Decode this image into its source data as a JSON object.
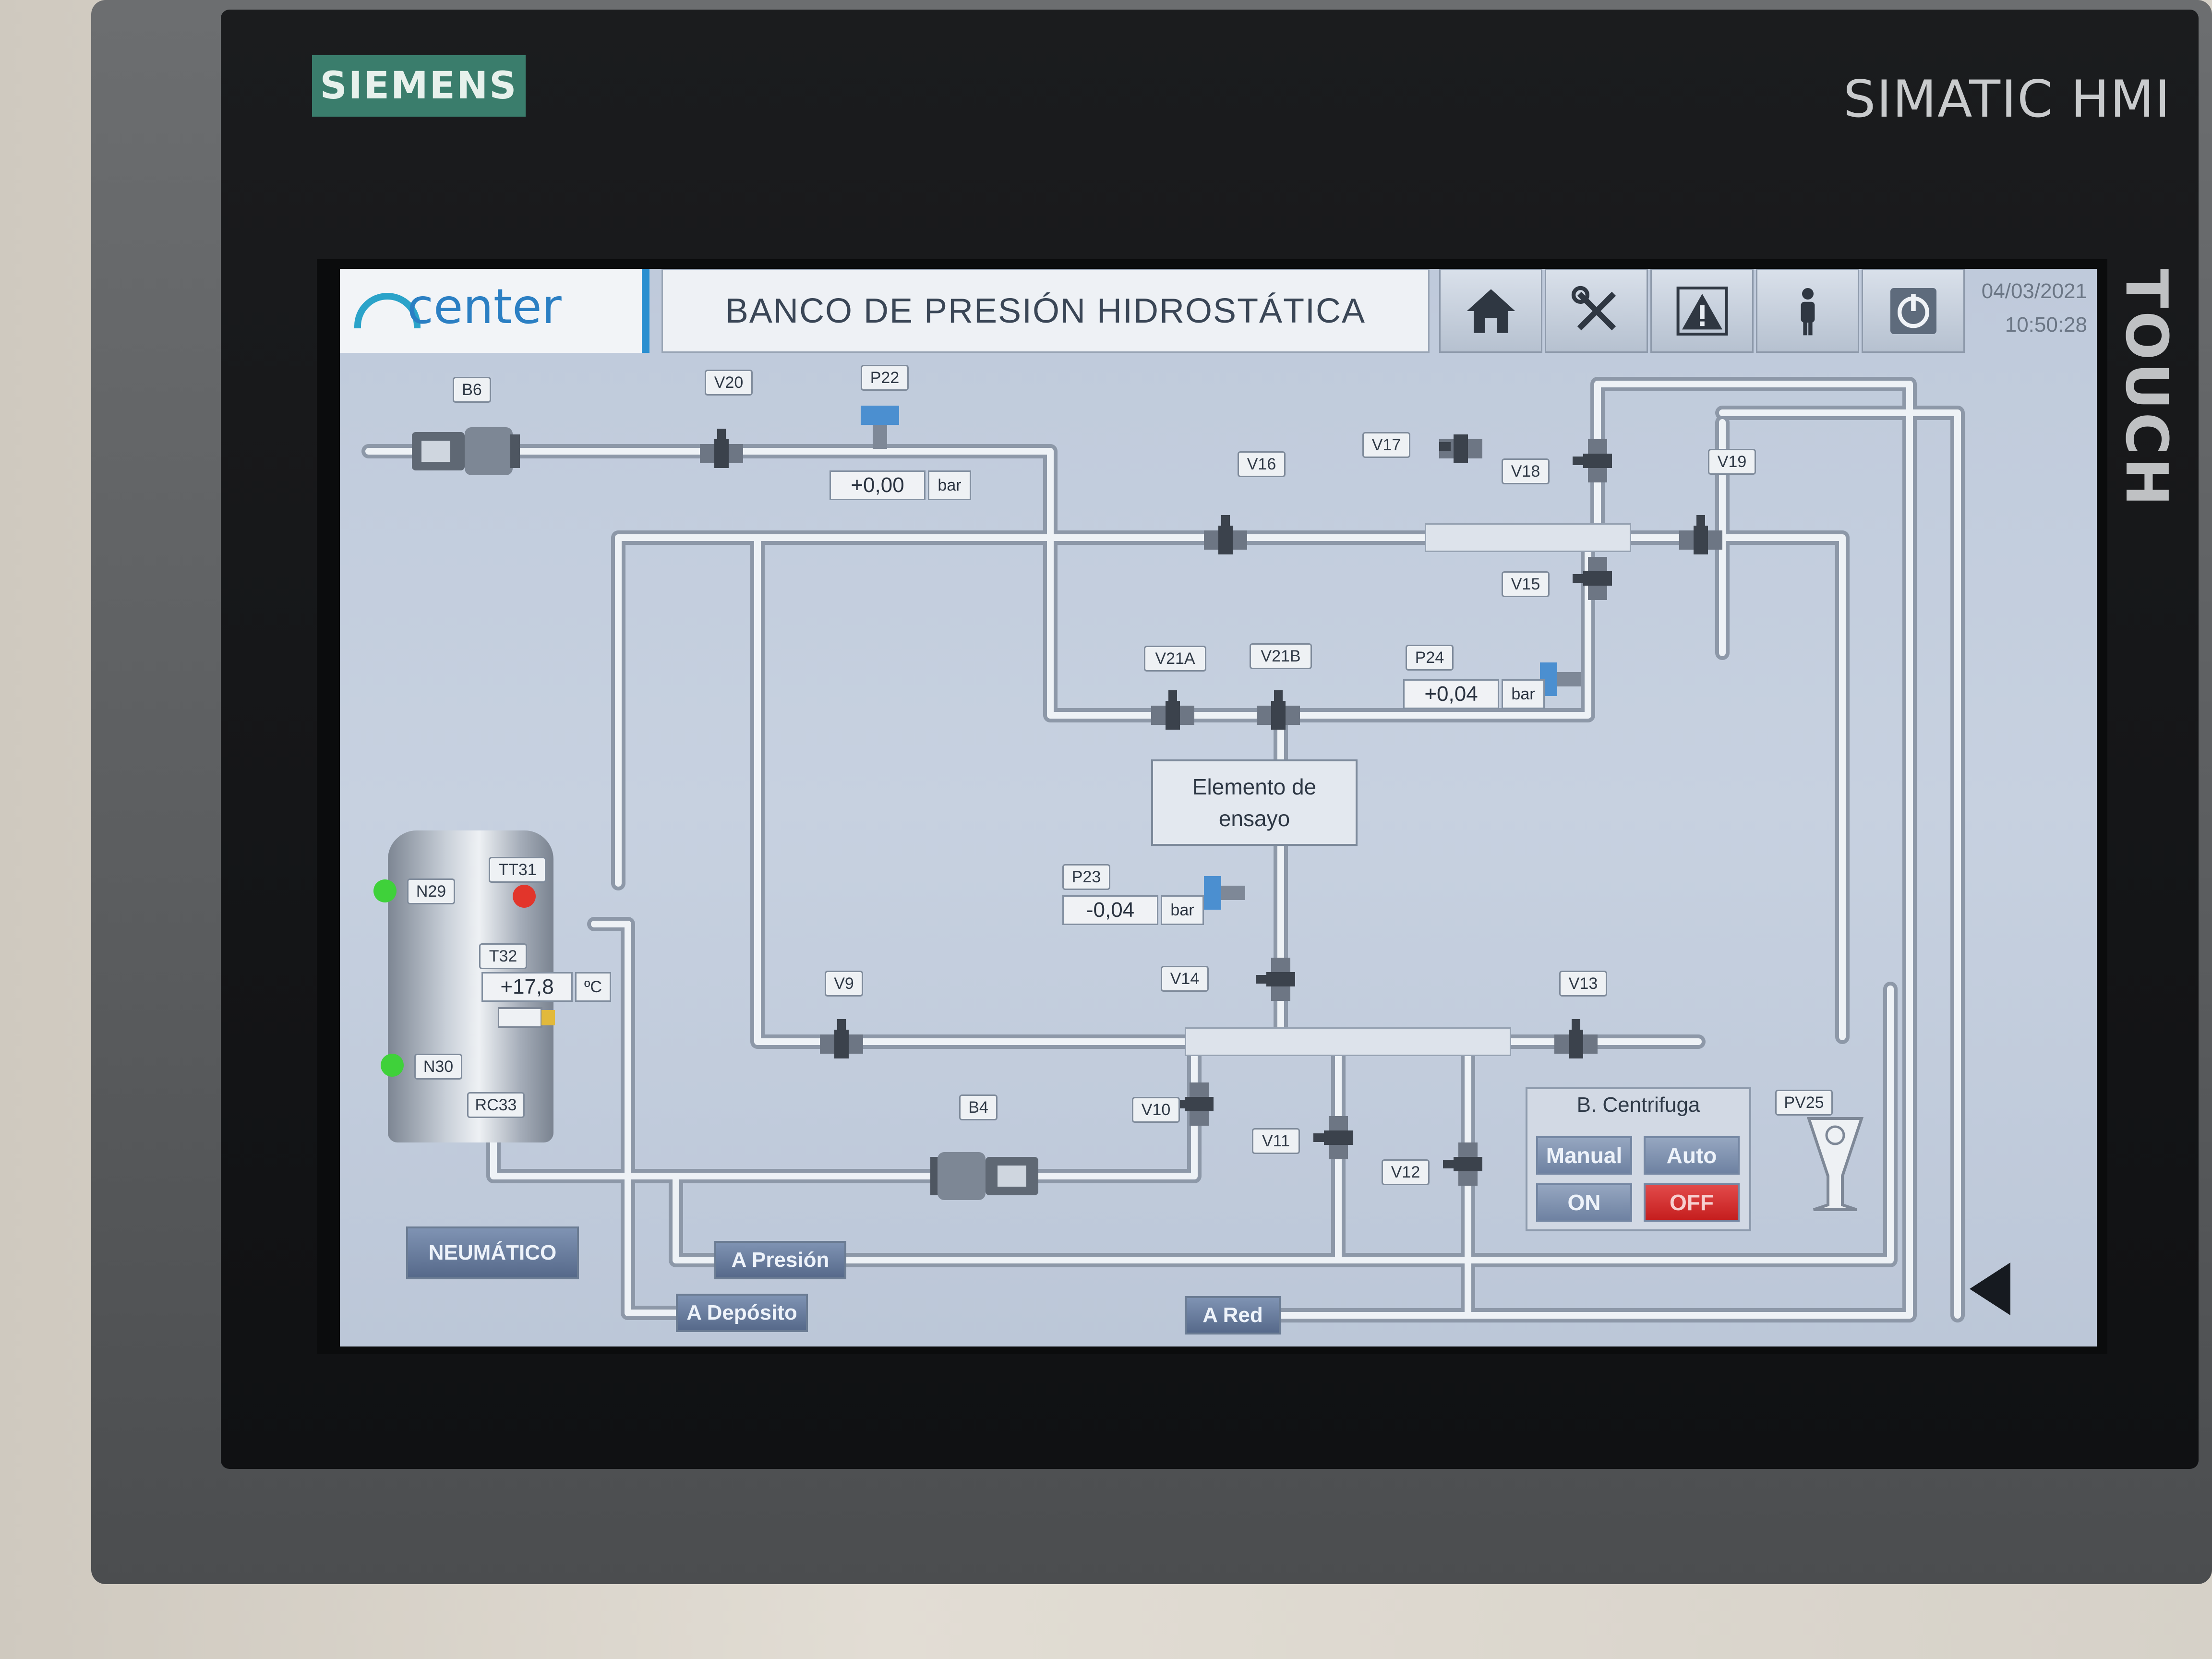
{
  "device": {
    "brand": "SIEMENS",
    "model": "SIMATIC HMI",
    "touch_label": "TOUCH"
  },
  "header": {
    "logo_text": "center",
    "title": "BANCO DE PRESIÓN HIDROSTÁTICA",
    "date": "04/03/2021",
    "time": "10:50:28",
    "nav_icons": [
      "home-icon",
      "tools-icon",
      "warning-icon",
      "user-icon",
      "power-icon"
    ]
  },
  "labels": {
    "B6": "B6",
    "V20": "V20",
    "P22": "P22",
    "V16": "V16",
    "V17": "V17",
    "V18": "V18",
    "V19": "V19",
    "V15": "V15",
    "V21A": "V21A",
    "V21B": "V21B",
    "P24": "P24",
    "P23": "P23",
    "TT31": "TT31",
    "N29": "N29",
    "T32": "T32",
    "N30": "N30",
    "RC33": "RC33",
    "V14": "V14",
    "V9": "V9",
    "V13": "V13",
    "B4": "B4",
    "V10": "V10",
    "V11": "V11",
    "V12": "V12",
    "PV25": "PV25"
  },
  "readings": {
    "P22_value": "+0,00",
    "P22_unit": "bar",
    "P24_value": "+0,04",
    "P24_unit": "bar",
    "P23_value": "-0,04",
    "P23_unit": "bar",
    "T32_value": "+17,8",
    "T32_unit": "ºC"
  },
  "test_element": {
    "line1": "Elemento de",
    "line2": "ensayo"
  },
  "centrifuge": {
    "title": "B. Centrifuga",
    "manual": "Manual",
    "auto": "Auto",
    "on": "ON",
    "off": "OFF"
  },
  "buttons": {
    "pneumatic": "NEUMÁTICO",
    "to_pressure": "A Presión",
    "to_tank": "A Depósito",
    "to_network": "A Red"
  },
  "colors": {
    "ok_indicator": "#3fd13a",
    "alarm_indicator": "#e2352b",
    "off_button": "#d62a2a",
    "brand_green": "#3a7d6c",
    "accent_blue": "#2b8fd0"
  }
}
